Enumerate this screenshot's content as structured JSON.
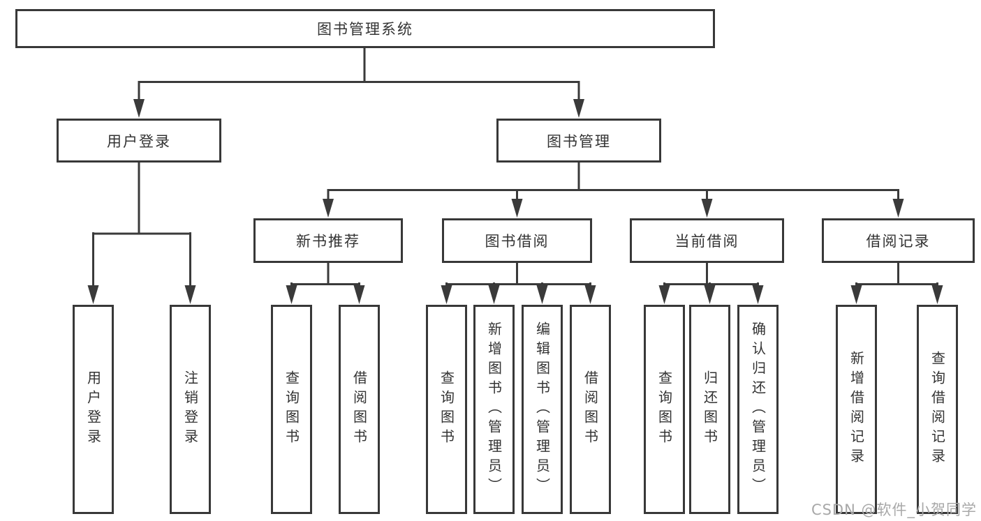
{
  "tree": {
    "root": {
      "label": "图书管理系统"
    },
    "user_login": {
      "label": "用户登录",
      "children": [
        {
          "label": "用户登录"
        },
        {
          "label": "注销登录"
        }
      ]
    },
    "book_management": {
      "label": "图书管理"
    },
    "groups": [
      {
        "label": "新书推荐",
        "children": [
          {
            "label": "查询图书"
          },
          {
            "label": "借阅图书"
          }
        ]
      },
      {
        "label": "图书借阅",
        "children": [
          {
            "label": "查询图书"
          },
          {
            "label": "新增图书（管理员）"
          },
          {
            "label": "编辑图书（管理员）"
          },
          {
            "label": "借阅图书"
          }
        ]
      },
      {
        "label": "当前借阅",
        "children": [
          {
            "label": "查询图书"
          },
          {
            "label": "归还图书"
          },
          {
            "label": "确认归还（管理员）"
          }
        ]
      },
      {
        "label": "借阅记录",
        "children": [
          {
            "label": "新增借阅记录"
          },
          {
            "label": "查询借阅记录"
          }
        ]
      }
    ]
  },
  "watermark": {
    "text": "CSDN @软件_小贺同学"
  },
  "colors": {
    "line": "#3a3a3a",
    "box_border": "#383838",
    "text": "#333333",
    "watermark": "#a8a8a8",
    "background": "#ffffff"
  }
}
